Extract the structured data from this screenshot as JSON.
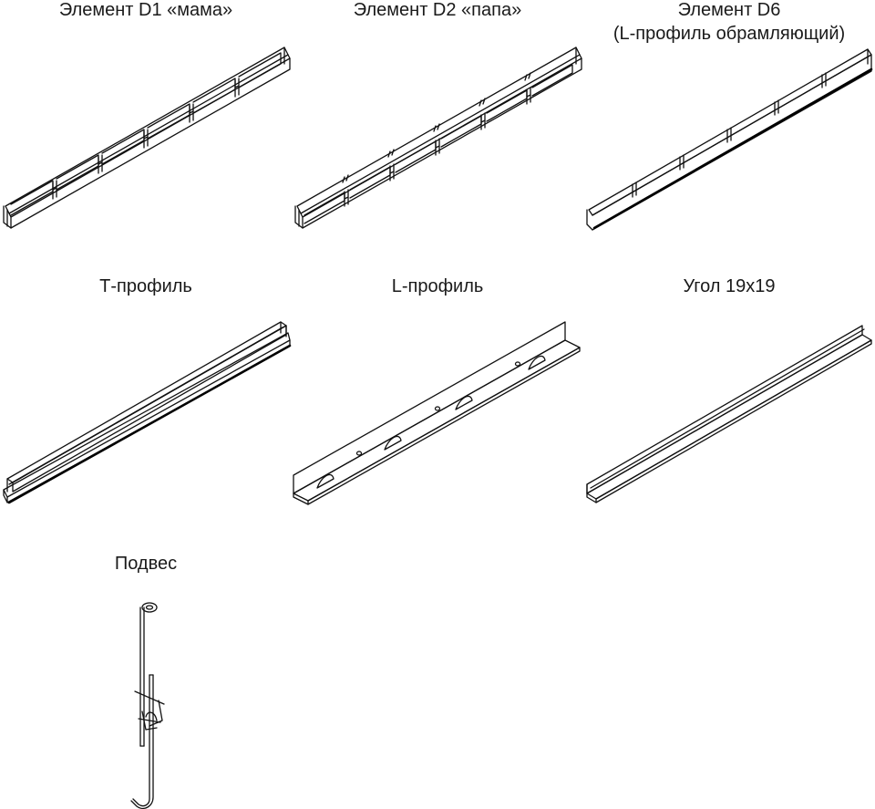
{
  "items": [
    {
      "title": "Элемент D1 «мама»"
    },
    {
      "title": "Элемент D2 «папа»"
    },
    {
      "title": "Элемент D6",
      "subtitle": "(L-профиль обрамляющий)"
    },
    {
      "title": "Т-профиль"
    },
    {
      "title": "L-профиль"
    },
    {
      "title": "Угол 19x19"
    },
    {
      "title": "Подвес"
    }
  ]
}
